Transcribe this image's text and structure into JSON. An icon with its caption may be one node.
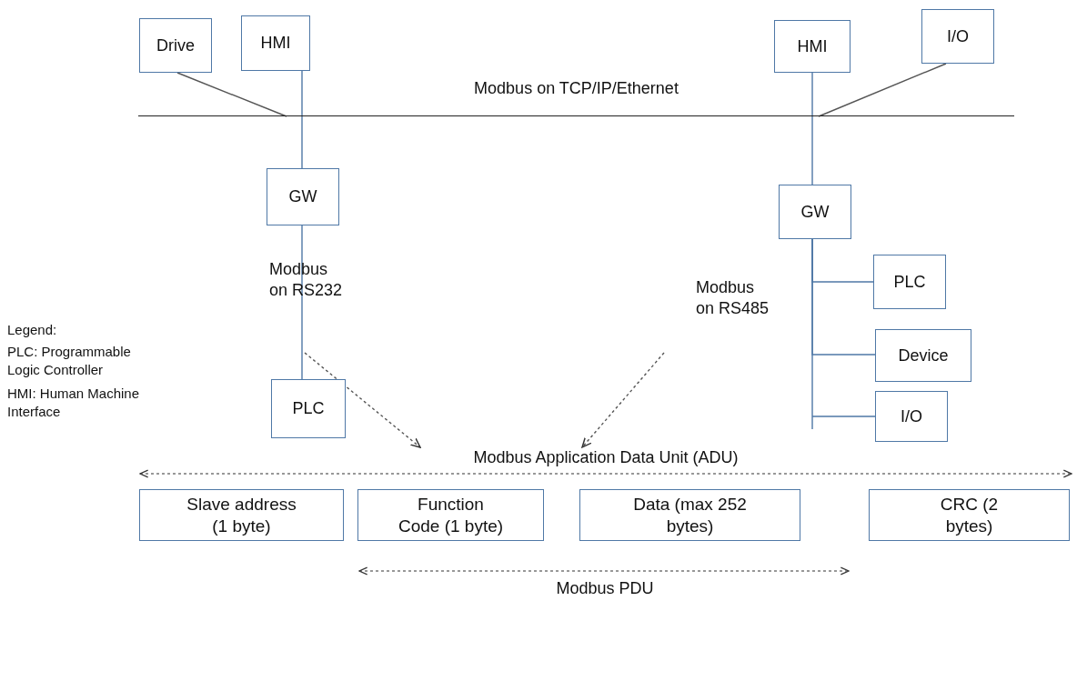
{
  "diagram": {
    "nodes": [
      {
        "text": [
          "Drive"
        ]
      },
      {
        "text": [
          "HMI"
        ]
      },
      {
        "text": [
          "HMI"
        ]
      },
      {
        "text": [
          "I/O"
        ]
      },
      {
        "text": [
          "Modbus on TCP/IP/Ethernet"
        ]
      },
      {
        "text": [
          "GW"
        ]
      },
      {
        "text": [
          "GW"
        ]
      },
      {
        "text": [
          "PLC"
        ]
      },
      {
        "text": [
          "Device"
        ]
      },
      {
        "text": [
          "I/O"
        ]
      },
      {
        "text": [
          "PLC"
        ]
      },
      {
        "text": [
          "Modbus Application Data Unit (ADU)"
        ]
      },
      {
        "text": [
          "Slave address (1 byte)"
        ]
      },
      {
        "text": [
          "Function Code (1 byte)"
        ]
      },
      {
        "text": [
          "Data (max 252 bytes)"
        ]
      },
      {
        "text": [
          "CRC (2 bytes)"
        ]
      }
    ],
    "edges": [
      {
        "from": 0,
        "to": 4,
        "arrow": "none"
      },
      {
        "from": 1,
        "to": 4,
        "arrow": "none"
      },
      {
        "from": 2,
        "to": 4,
        "arrow": "none"
      },
      {
        "from": 3,
        "to": 4,
        "arrow": "none"
      },
      {
        "from": 4,
        "to": 5,
        "arrow": "none"
      },
      {
        "from": 4,
        "to": 6,
        "arrow": "none"
      },
      {
        "from": 6,
        "to": 7,
        "arrow": "none"
      },
      {
        "from": 6,
        "to": 8,
        "arrow": "none"
      },
      {
        "from": 6,
        "to": 9,
        "arrow": "none"
      },
      {
        "from": 5,
        "to": 10,
        "arrow": "none"
      },
      {
        "from": null,
        "to": 11,
        "arrow": "to",
        "style": "dashed"
      },
      {
        "from": null,
        "to": 11,
        "arrow": "to",
        "style": "dashed"
      }
    ],
    "labels": [
      "Modbus on RS232",
      "Modbus on RS485",
      "Legend:",
      "PLC: Programmable Logic Controller",
      "HMI: Human Machine Interface",
      "Modbus PDU"
    ]
  }
}
